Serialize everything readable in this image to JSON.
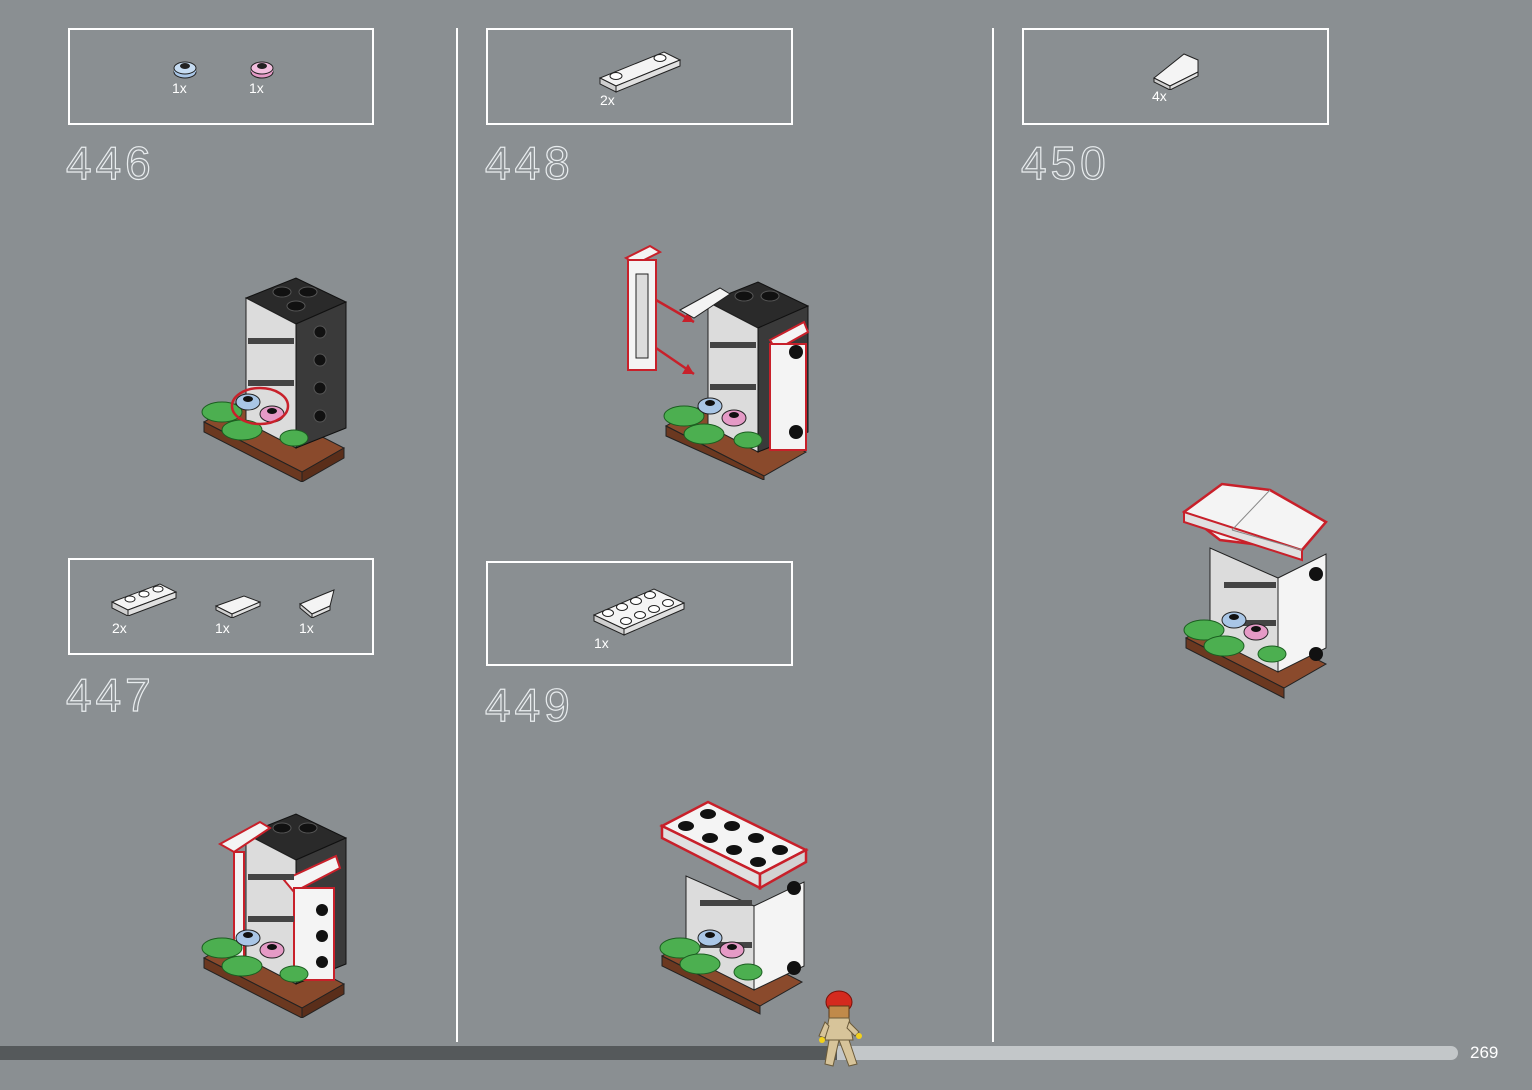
{
  "steps": [
    {
      "number": "446",
      "parts": [
        {
          "qty": "1x",
          "icon": "round-plate-light-blue"
        },
        {
          "qty": "1x",
          "icon": "round-plate-pink"
        }
      ]
    },
    {
      "number": "447",
      "parts": [
        {
          "qty": "2x",
          "icon": "plate-1x3-white"
        },
        {
          "qty": "1x",
          "icon": "tile-wedge-white"
        },
        {
          "qty": "1x",
          "icon": "wedge-plate-white"
        }
      ]
    },
    {
      "number": "448",
      "parts": [
        {
          "qty": "2x",
          "icon": "plate-1x4-white"
        }
      ]
    },
    {
      "number": "449",
      "parts": [
        {
          "qty": "1x",
          "icon": "plate-2x4-white"
        }
      ]
    },
    {
      "number": "450",
      "parts": [
        {
          "qty": "4x",
          "icon": "slope-white"
        }
      ]
    }
  ],
  "page_number": "269",
  "progress": 0.574,
  "colors": {
    "background": "#8a8f92",
    "highlight": "#c8202a",
    "progress_done": "#55595b",
    "progress_remaining": "#c3c7c9"
  }
}
